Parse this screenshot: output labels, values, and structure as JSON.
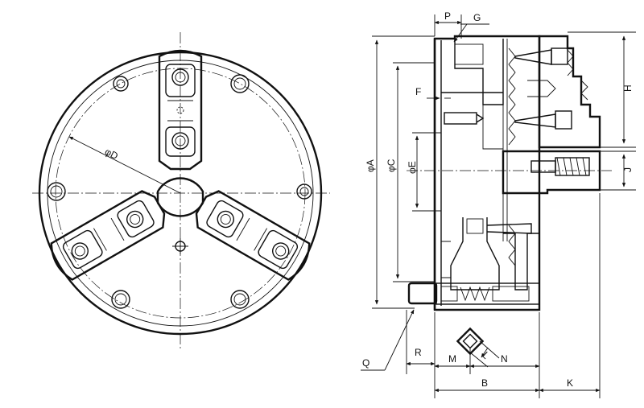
{
  "dimension_labels": {
    "phiD": "φD",
    "phiA": "φA",
    "phiC": "φC",
    "phiE": "φE",
    "P": "P",
    "G": "G",
    "F": "F",
    "H": "H",
    "J": "J",
    "Q": "Q",
    "R": "R",
    "M": "M",
    "N": "N",
    "L": "L",
    "B": "B",
    "K": "K"
  }
}
